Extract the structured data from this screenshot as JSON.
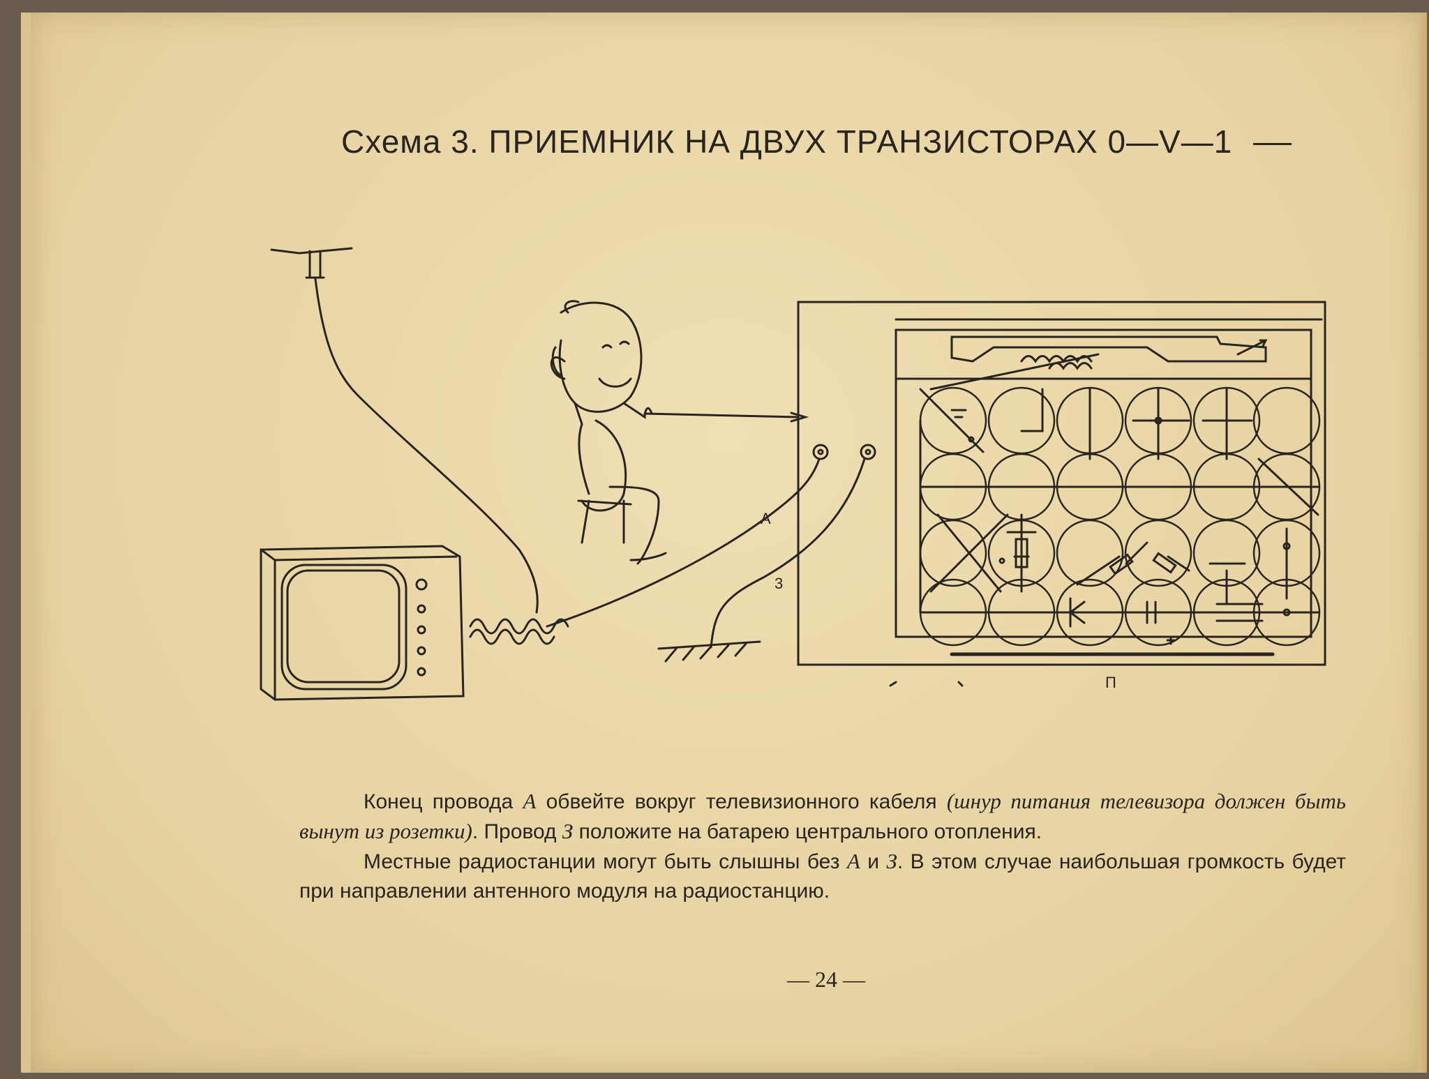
{
  "title": "Схема 3. ПРИЕМНИК НА ДВУХ ТРАНЗИСТОРАХ 0—V—1",
  "diagram": {
    "wire_a_label": "А",
    "wire_z_label": "3",
    "board_label": "П"
  },
  "paragraph1": {
    "part1": "Конец провода ",
    "wire_a": "А",
    "part2": " обвейте вокруг телевизионного кабеля ",
    "italic": "(шнур питания телевизора должен быть вынут из розетки)",
    "part3": ". Провод ",
    "wire_z": "З",
    "part4": " положите на батарею центрального отопления."
  },
  "paragraph2": {
    "part1": "Местные радиостанции могут быть слышны без ",
    "wire_a": "А",
    "part2": " и ",
    "wire_z": "З",
    "part3": ". В этом случае наибольшая громкость будет при направлении антенного модуля на радиостанцию."
  },
  "page_number": "— 24 —"
}
